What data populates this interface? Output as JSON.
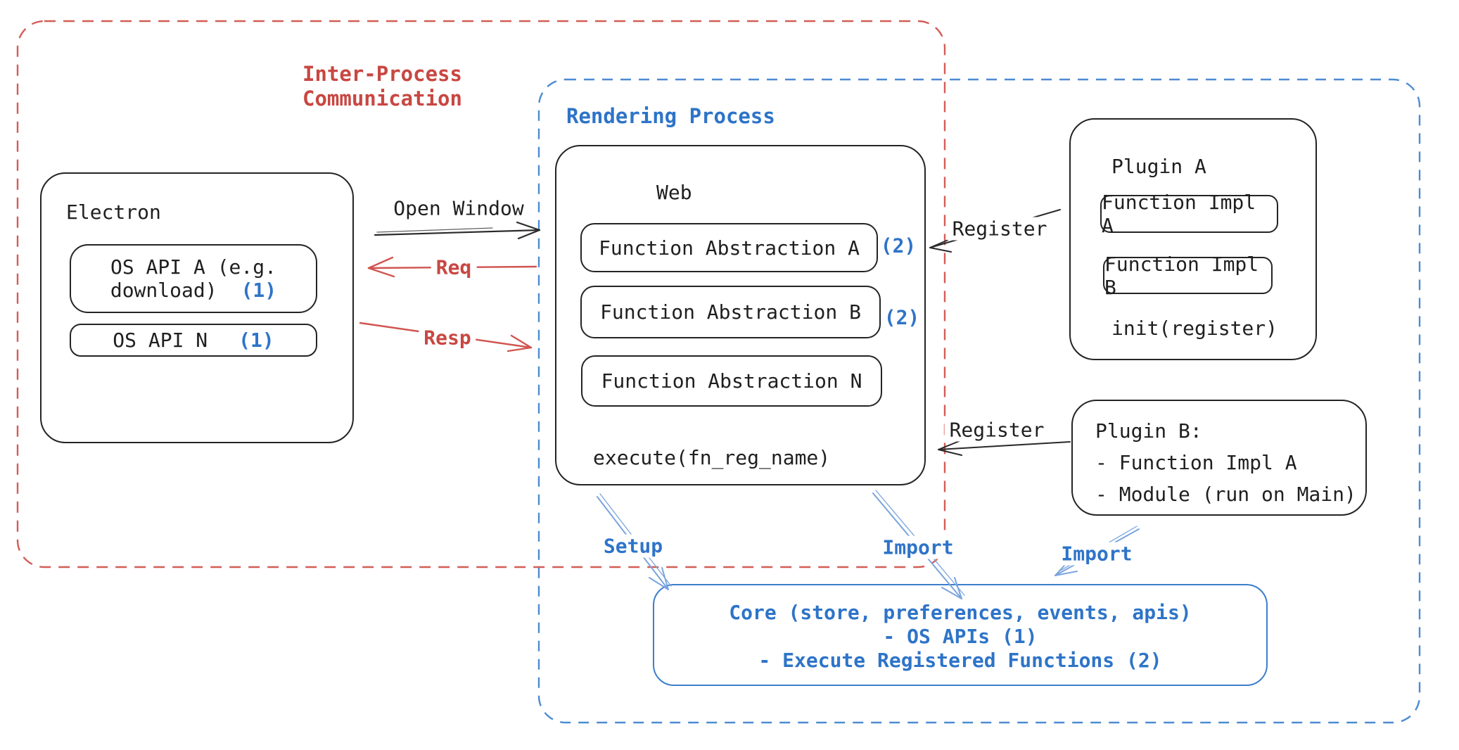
{
  "colors": {
    "ink": "#1f1f1f",
    "red_accent": "#c84742",
    "blue_accent": "#2e74c8",
    "blue_dashed_border": "#4e8bd2",
    "red_dashed_border": "#d35d57",
    "blue_sketch_arrow": "#7aa4de"
  },
  "groups": {
    "ipc": {
      "label_line1": "Inter-Process",
      "label_line2": "Communication"
    },
    "rendering": {
      "label": "Rendering Process"
    }
  },
  "electron": {
    "title": "Electron",
    "os_api_a_line1": "OS API A (e.g.",
    "os_api_a_line2": "download)",
    "os_api_a_tag": "(1)",
    "os_api_n_label": "OS API N",
    "os_api_n_tag": "(1)"
  },
  "web": {
    "title": "Web",
    "fn_abstraction_a": "Function Abstraction A",
    "fn_abstraction_a_tag": "(2)",
    "fn_abstraction_b": "Function Abstraction B",
    "fn_abstraction_b_tag": "(2)",
    "fn_abstraction_n": "Function Abstraction N",
    "execute_label": "execute(fn_reg_name)"
  },
  "plugin_a": {
    "title": "Plugin A",
    "fn_impl_a": "Function Impl A",
    "fn_impl_b": "Function Impl B",
    "init_label": "init(register)"
  },
  "plugin_b": {
    "title": "Plugin B:",
    "item_1": "- Function Impl A",
    "item_2": "- Module (run on Main)"
  },
  "core": {
    "line1": "Core (store, preferences, events, apis)",
    "line2": "- OS APIs (1)",
    "line3": "- Execute Registered Functions (2)"
  },
  "edges": {
    "open_window": "Open Window",
    "req": "Req",
    "resp": "Resp",
    "register_top": "Register",
    "register_bottom": "Register",
    "setup": "Setup",
    "import_mid": "Import",
    "import_right": "Import"
  }
}
